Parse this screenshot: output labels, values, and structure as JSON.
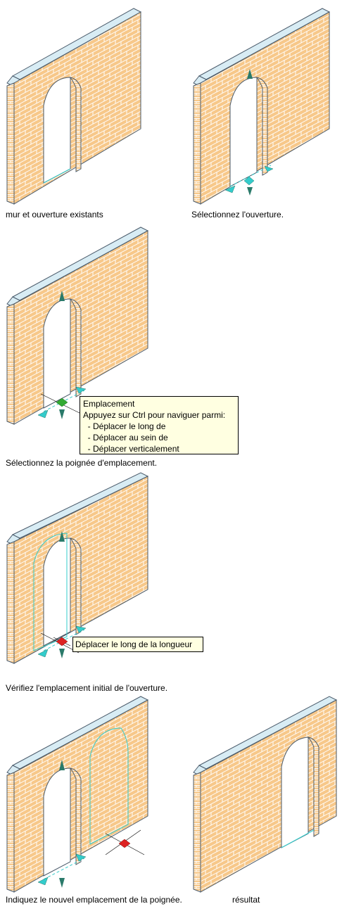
{
  "captions": {
    "step1": "mur et ouverture existants",
    "step2": "Sélectionnez l'ouverture.",
    "step3": "Sélectionnez la poignée d'emplacement.",
    "step4": "Vérifiez l'emplacement initial de l'ouverture.",
    "step5": "Indiquez le nouvel emplacement de la poignée.",
    "step6": "résultat"
  },
  "tooltip_location": {
    "title": "Emplacement",
    "line1": "Appuyez sur Ctrl pour naviguer parmi:",
    "line2": "  - Déplacer le long de",
    "line3": "  - Déplacer au sein de",
    "line4": "  - Déplacer verticalement"
  },
  "tooltip_move": {
    "text": "Déplacer le long de la longueur"
  },
  "colors": {
    "brick_face": "#f7c88a",
    "mortar": "#ffffff",
    "wall_top": "#d8ecf4",
    "wall_edge": "#4a5a6a",
    "grip_cyan": "#33cccc",
    "grip_dark": "#2a7a6a",
    "grip_green": "#33aa33",
    "grip_red": "#dd2222",
    "tooltip_bg": "#ffffe1"
  }
}
